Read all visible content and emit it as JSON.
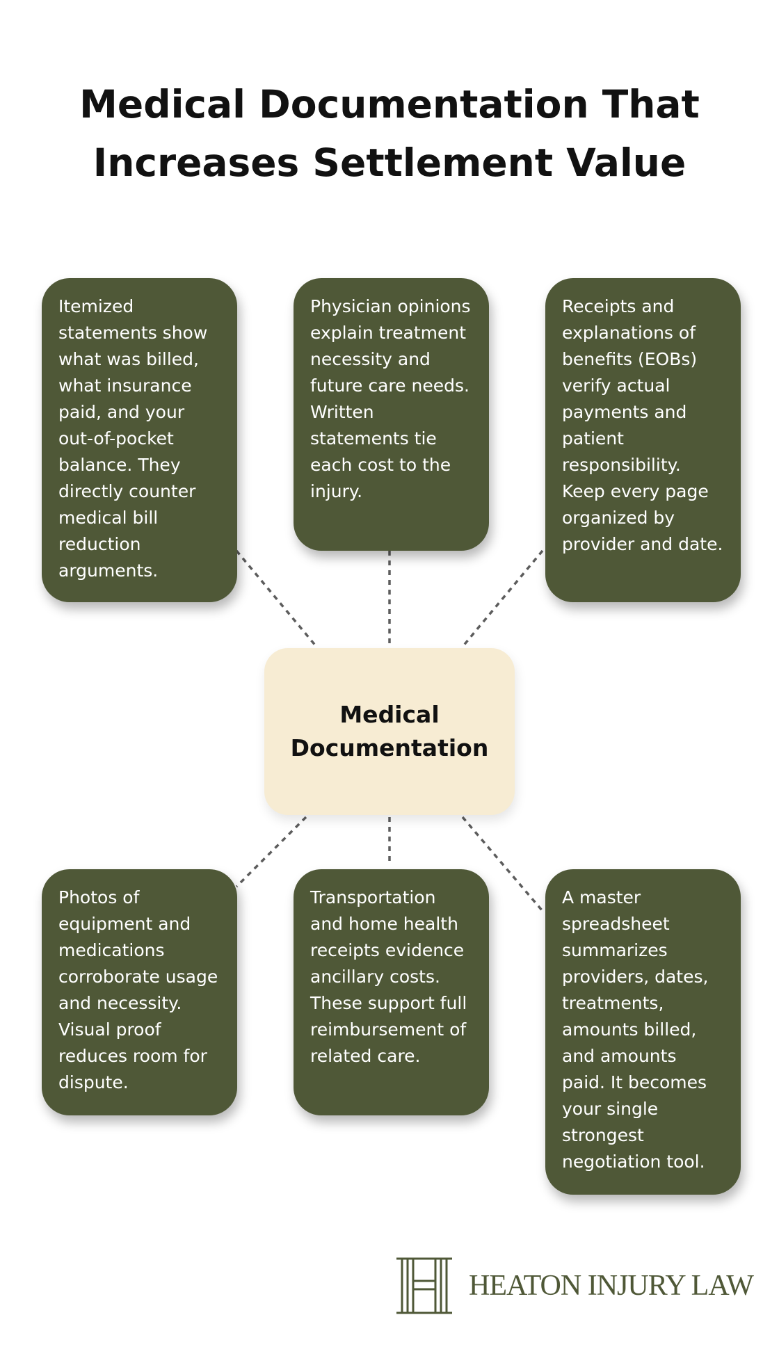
{
  "title": "Medical Documentation That Increases Settlement Value",
  "center": {
    "label": "Medical Documentation"
  },
  "cards": [
    {
      "text": "Itemized statements show what was billed, what insurance paid, and your out-of-pocket balance. They directly counter medical bill reduction arguments."
    },
    {
      "text": "Physician opinions explain treatment necessity and future care needs. Written statements tie each cost to the injury."
    },
    {
      "text": "Receipts and explanations of benefits (EOBs) verify actual payments and patient responsibility. Keep every page organized by provider and date."
    },
    {
      "text": "Photos of equipment and medications corroborate usage and necessity. Visual proof reduces room for dispute."
    },
    {
      "text": "Transportation and home health receipts evidence ancillary costs. These support full reimbursement of related care."
    },
    {
      "text": "A master spreadsheet summarizes providers, dates, treatments, amounts billed, and amounts paid. It becomes your single strongest negotiation tool."
    }
  ],
  "logo": {
    "name": "HEATON INJURY LAW"
  },
  "colors": {
    "card": "#4f5837",
    "center": "#f7ecd3",
    "connector": "#5c5c5c"
  }
}
